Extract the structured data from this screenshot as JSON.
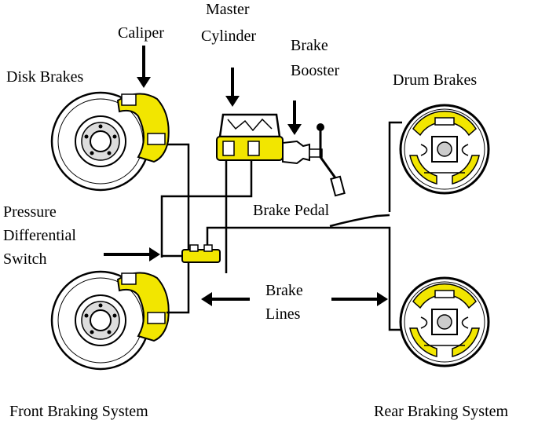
{
  "labels": {
    "caliper": "Caliper",
    "master_cylinder_1": "Master",
    "master_cylinder_2": "Cylinder",
    "brake_booster_1": "Brake",
    "brake_booster_2": "Booster",
    "disk_brakes": "Disk Brakes",
    "drum_brakes": "Drum Brakes",
    "pressure_switch_1": "Pressure",
    "pressure_switch_2": "Differential",
    "pressure_switch_3": "Switch",
    "brake_pedal": "Brake Pedal",
    "brake_lines_1": "Brake",
    "brake_lines_2": "Lines",
    "front_system": "Front Braking System",
    "rear_system": "Rear Braking System"
  },
  "colors": {
    "highlight": "#f2e600",
    "line": "#000000",
    "background": "#ffffff"
  },
  "icons": [
    "disc-rotor-icon",
    "caliper-icon",
    "drum-brake-icon",
    "master-cylinder-icon",
    "booster-icon",
    "pedal-icon",
    "arrow-icon"
  ]
}
